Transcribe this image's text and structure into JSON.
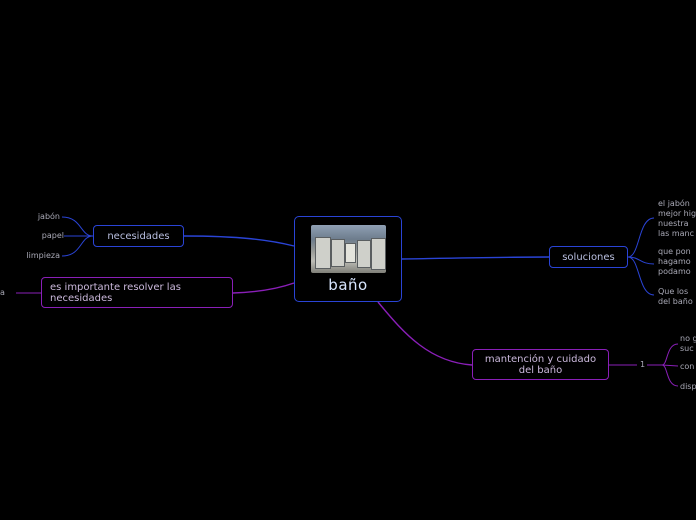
{
  "center": {
    "title": "baño",
    "image": "office-cubicles-photo"
  },
  "left": {
    "necesidades": {
      "label": "necesidades",
      "items": [
        "jabón",
        "papel",
        "limpieza"
      ]
    },
    "importante": {
      "label": "es importante resolver las necesidades",
      "leaf_fragment": "a"
    }
  },
  "right": {
    "soluciones": {
      "label": "soluciones",
      "items": [
        [
          "el jabón",
          "mejor hig",
          "nuestra",
          "las manc"
        ],
        [
          "que pon",
          "hagamo",
          "podamo"
        ],
        [
          "Que los",
          "del baño"
        ]
      ]
    },
    "mantencion": {
      "label": "mantención y cuidado del baño",
      "count": "1",
      "items": [
        [
          "no g",
          "suc"
        ],
        [
          "con"
        ],
        [
          "disp"
        ]
      ]
    }
  },
  "colors": {
    "background": "#000000",
    "blue": "#2a44d6",
    "purple": "#8a1fb8"
  }
}
